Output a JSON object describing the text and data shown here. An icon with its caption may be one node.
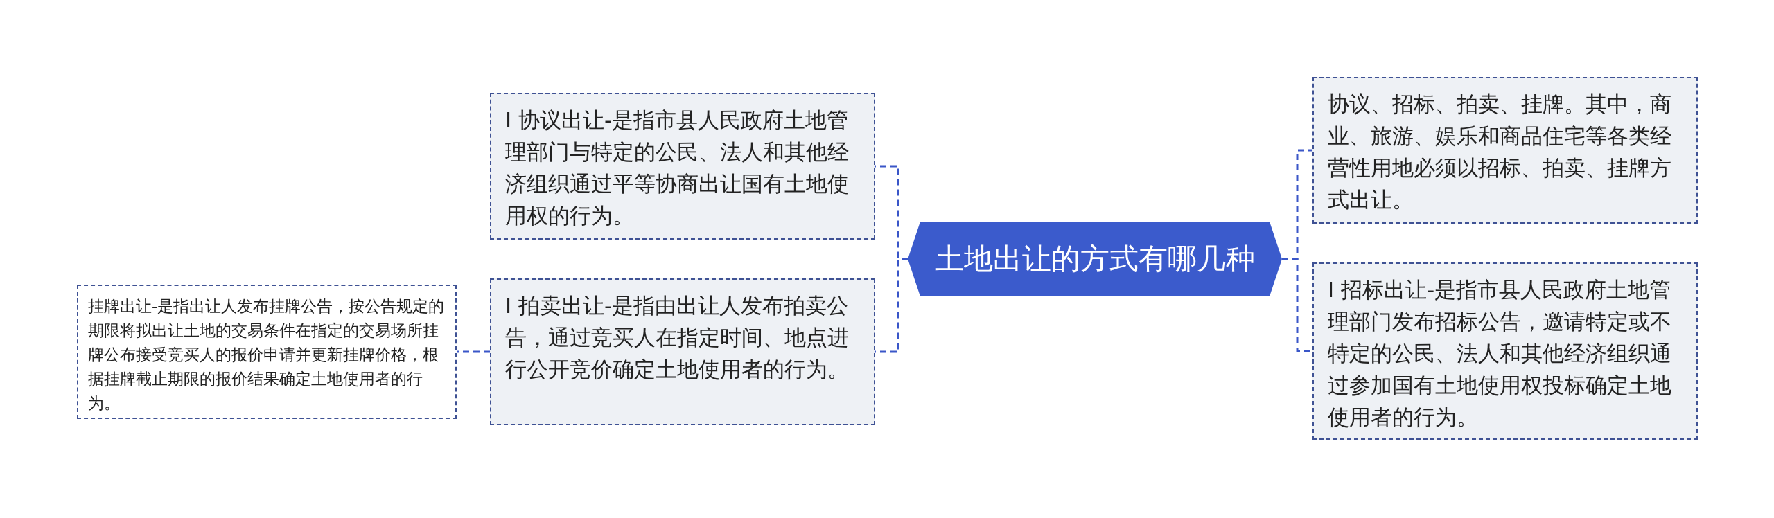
{
  "diagram": {
    "nodes": [
      {
        "text": [
          "土地出让的方式有哪几种"
        ]
      },
      {
        "text": [
          "I 协议出让-是指市县人民政府土地管理部门与特定的公民、法人和其他经济组织通过平等协商出让国有土地使用权的行为。"
        ]
      },
      {
        "text": [
          "I 拍卖出让-是指由出让人发布拍卖公告，通过竞买人在指定时间、地点进行公开竞价确定土地使用者的行为。"
        ]
      },
      {
        "text": [
          "挂牌出让-是指出让人发布挂牌公告，按公告规定的期限将拟出让土地的交易条件在指定的交易场所挂牌公布接受竞买人的报价申请并更新挂牌价格，根据挂牌截止期限的报价结果确定土地使用者的行为。"
        ]
      },
      {
        "text": [
          "协议、招标、拍卖、挂牌。其中，商业、旅游、娱乐和商品住宅等各类经营性用地必须以招标、拍卖、挂牌方式出让。"
        ]
      },
      {
        "text": [
          "I 招标出让-是指市县人民政府土地管理部门发布招标公告，邀请特定或不特定的公民、法人和其他经济组织通过参加国有土地使用权投标确定土地使用者的行为。"
        ]
      }
    ],
    "edges": [
      {
        "from": 0,
        "to": 1,
        "arrow": "none",
        "style": "dashed"
      },
      {
        "from": 0,
        "to": 2,
        "arrow": "none",
        "style": "dashed"
      },
      {
        "from": 2,
        "to": 3,
        "arrow": "none",
        "style": "dashed"
      },
      {
        "from": 0,
        "to": 4,
        "arrow": "none",
        "style": "dashed"
      },
      {
        "from": 0,
        "to": 5,
        "arrow": "none",
        "style": "dashed"
      }
    ]
  }
}
